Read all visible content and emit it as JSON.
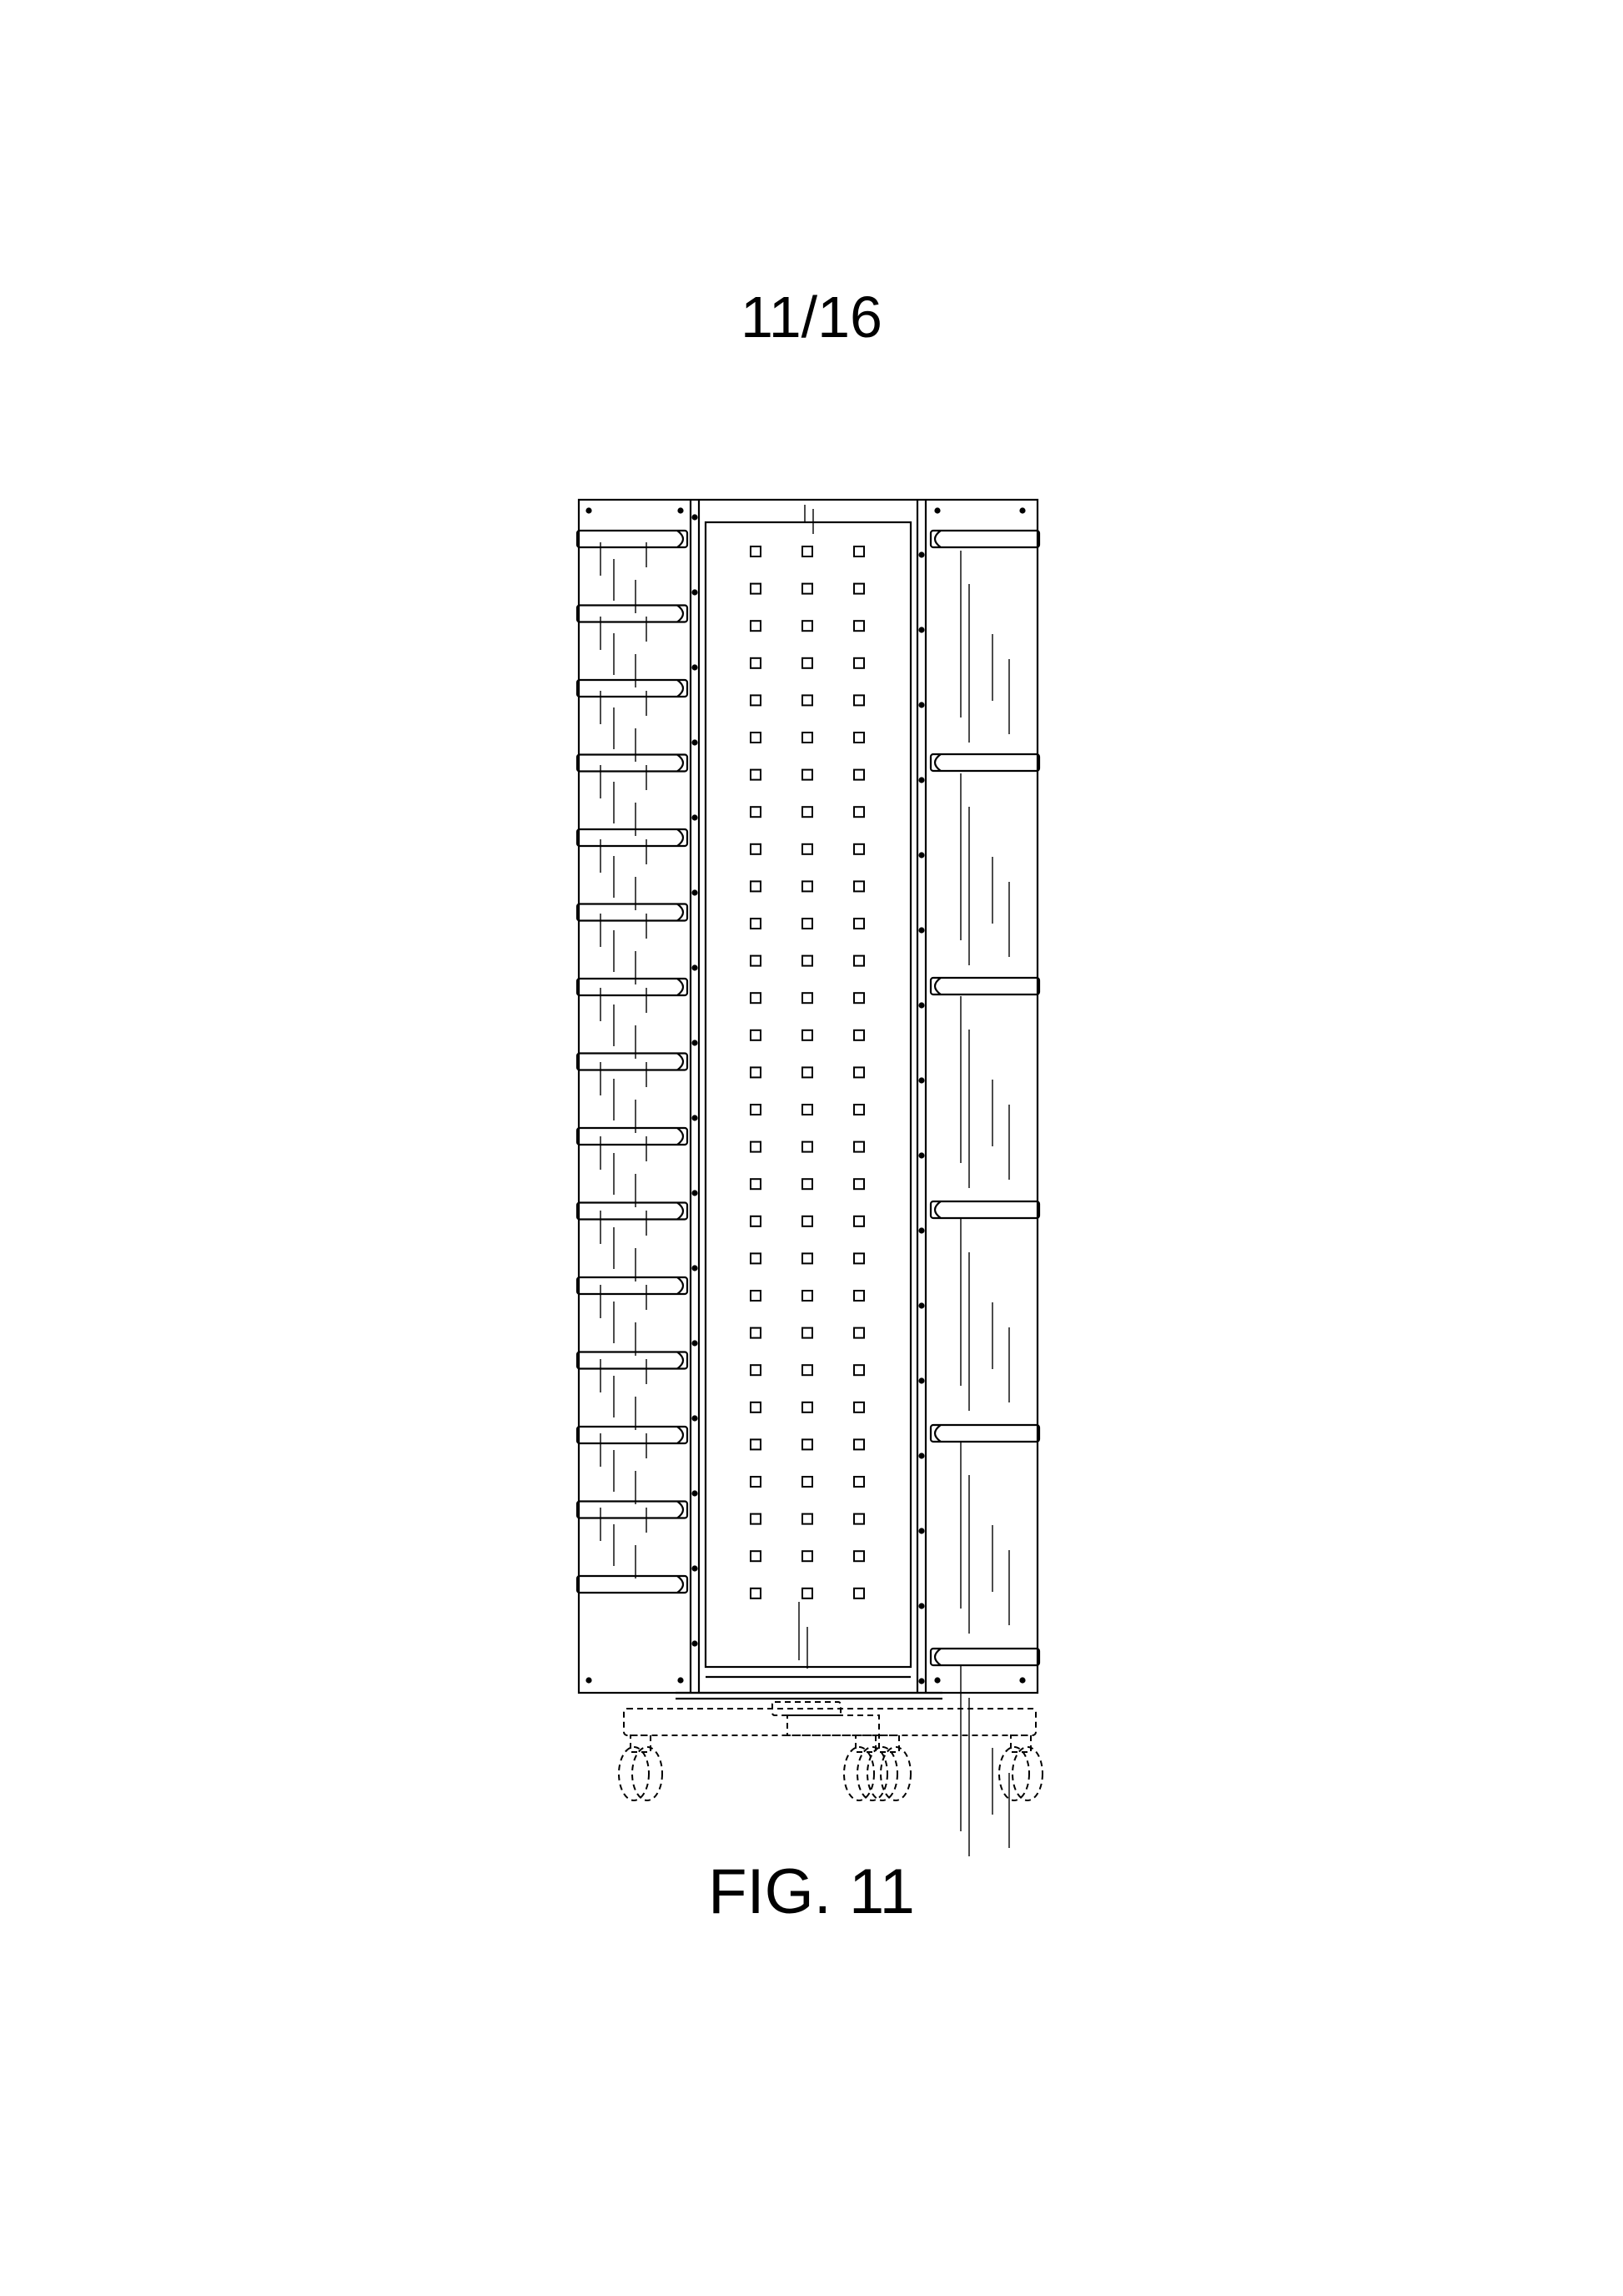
{
  "sheet": {
    "number": "11/16"
  },
  "figure": {
    "label": "FIG. 11"
  },
  "colors": {
    "line": "#000000",
    "background": "#ffffff"
  },
  "drawing": {
    "peg_rows": 29,
    "peg_columns": 3,
    "left_shelf_count": 15,
    "right_shelf_count": 6,
    "caster_count": 4,
    "base_style": "dashed"
  }
}
